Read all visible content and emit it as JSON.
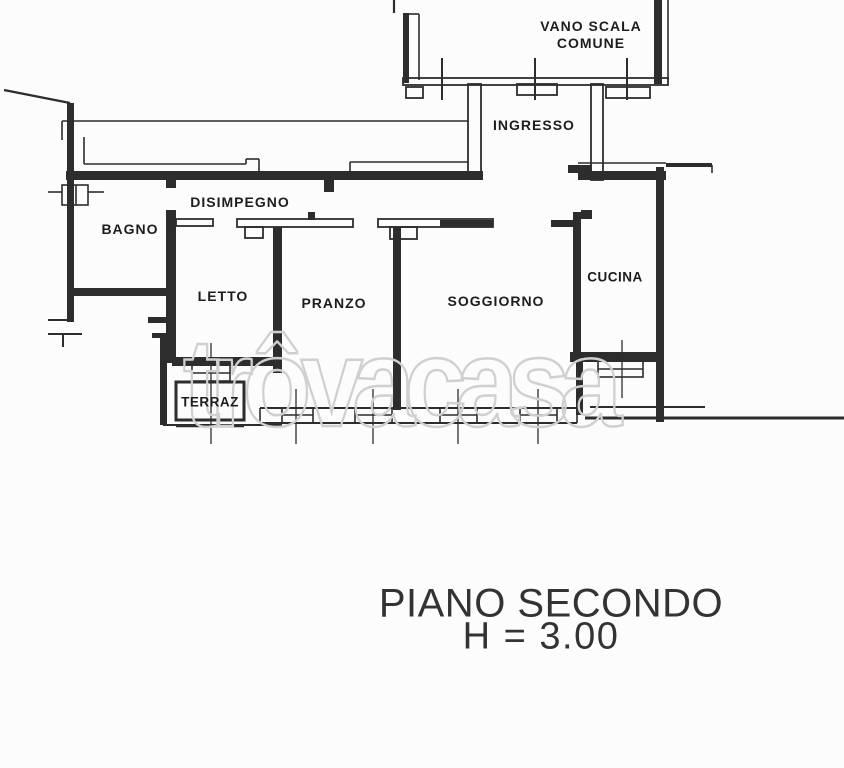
{
  "floorplan": {
    "rooms": {
      "vano_scala": {
        "line1": "VANO SCALA",
        "line2": "COMUNE"
      },
      "ingresso": "INGRESSO",
      "disimpegno": "DISIMPEGNO",
      "bagno": "BAGNO",
      "letto": "LETTO",
      "pranzo": "PRANZO",
      "soggiorno": "SOGGIORNO",
      "cucina": "CUCINA",
      "terrazzo": "TERRAZ"
    },
    "caption": {
      "line1": "PIANO SECONDO",
      "line2": "H = 3.00"
    },
    "watermark": "trôvacasa",
    "colors": {
      "ink": "#2d2d2d",
      "paper": "#fcfcfc",
      "watermark": "#d0d0d0"
    }
  }
}
